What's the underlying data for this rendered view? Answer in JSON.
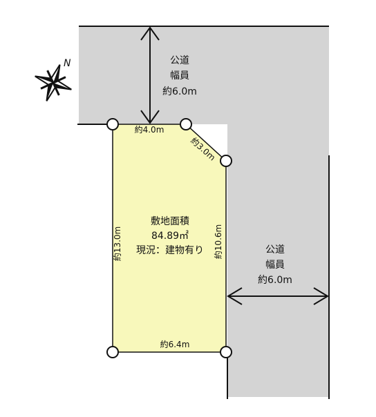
{
  "compass": {
    "label": "N",
    "icon": "compass-star-icon"
  },
  "road_north": {
    "line1": "公道",
    "line2": "幅員",
    "line3": "約6.0m"
  },
  "road_east": {
    "line1": "公道",
    "line2": "幅員",
    "line3": "約6.0m"
  },
  "lot": {
    "line1": "敷地面積",
    "line2": "84.89㎡",
    "line3": "現況：建物有り"
  },
  "dimensions": {
    "top": "約4.0m",
    "corner": "約3.0m",
    "left": "約13.0m",
    "right": "約10.6m",
    "bottom": "約6.4m"
  },
  "colors": {
    "road": "#d4d4d4",
    "lot_fill": "#f8f8bb",
    "line": "#111111"
  }
}
